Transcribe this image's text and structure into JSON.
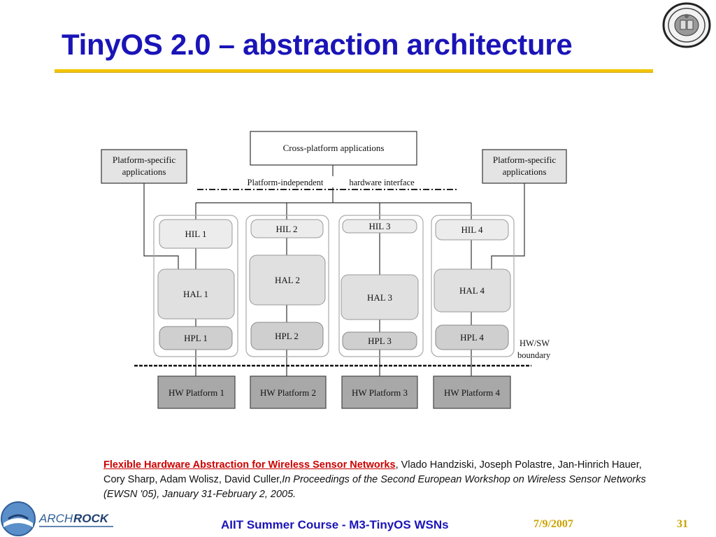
{
  "slide": {
    "title": "TinyOS 2.0 – abstraction architecture",
    "footer": {
      "course": "AIIT Summer Course - M3-TinyOS WSNs",
      "date": "7/9/2007",
      "page": "31"
    },
    "logo": {
      "arch": "ARCH",
      "rock": "ROCK"
    },
    "colors": {
      "title": "#1a14b8",
      "rule": "#f2c500",
      "link": "#cc0000",
      "footer_gold": "#c9a300"
    }
  },
  "diagram": {
    "cross_platform": "Cross-platform applications",
    "platform_specific_left": [
      "Platform-specific",
      "applications"
    ],
    "platform_specific_right": [
      "Platform-specific",
      "applications"
    ],
    "hw_interface": [
      "Platform-independent",
      "hardware interface"
    ],
    "hil": [
      "HIL 1",
      "HIL 2",
      "HIL 3",
      "HIL 4"
    ],
    "hal": [
      "HAL 1",
      "HAL 2",
      "HAL 3",
      "HAL 4"
    ],
    "hpl": [
      "HPL 1",
      "HPL 2",
      "HPL 3",
      "HPL 4"
    ],
    "hw_platforms": [
      "HW Platform 1",
      "HW Platform 2",
      "HW Platform 3",
      "HW Platform 4"
    ],
    "boundary": [
      "HW/SW",
      "boundary"
    ]
  },
  "citation": {
    "link": "Flexible Hardware Abstraction for Wireless Sensor Networks",
    "authors": ", Vlado Handziski, Joseph Polastre, Jan-Hinrich Hauer, Cory Sharp, Adam Wolisz, David Culler,",
    "venue": "In Proceedings of the Second European Workshop on Wireless Sensor Networks (EWSN '05), January 31-February 2, 2005."
  }
}
